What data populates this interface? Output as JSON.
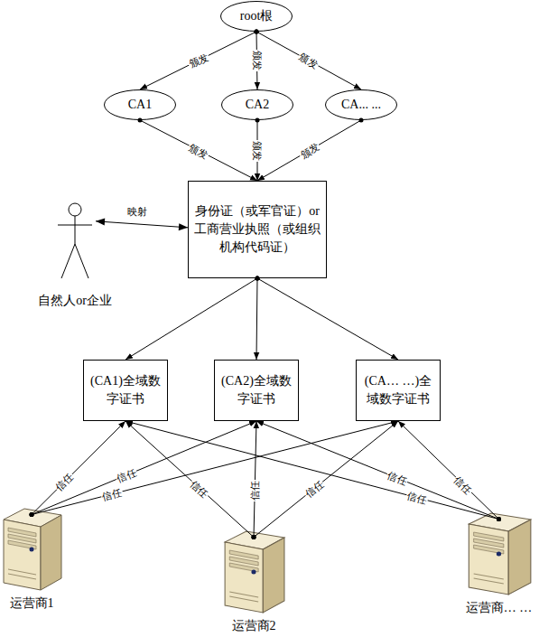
{
  "diagram": {
    "nodes": [
      {
        "text": [
          "root根"
        ]
      },
      {
        "text": [
          "CA1"
        ]
      },
      {
        "text": [
          "CA2"
        ]
      },
      {
        "text": [
          "CA... ..."
        ]
      },
      {
        "text": [
          "身份证（或军官证）or工商营业执照（或组织机构代码证）"
        ]
      },
      {
        "text": [
          "自然人or企业"
        ]
      },
      {
        "text": [
          "(CA1)全域数字证书"
        ]
      },
      {
        "text": [
          "(CA2)全域数字证书"
        ]
      },
      {
        "text": [
          "(CA… …)全域数字证书"
        ]
      },
      {
        "text": [
          "运营商1"
        ]
      },
      {
        "text": [
          "运营商2"
        ]
      },
      {
        "text": [
          "运营商… …"
        ]
      }
    ],
    "edges": [
      {
        "from": 0,
        "to": 1,
        "label": "颁发",
        "arrow": "to"
      },
      {
        "from": 0,
        "to": 2,
        "label": "颁发",
        "arrow": "to"
      },
      {
        "from": 0,
        "to": 3,
        "label": "颁发",
        "arrow": "to"
      },
      {
        "from": 1,
        "to": 4,
        "label": "颁发",
        "arrow": "to"
      },
      {
        "from": 2,
        "to": 4,
        "label": "颁发",
        "arrow": "to"
      },
      {
        "from": 3,
        "to": 4,
        "label": "颁发",
        "arrow": "to"
      },
      {
        "from": 5,
        "to": 4,
        "label": "映射",
        "arrow": "both"
      },
      {
        "from": 4,
        "to": 6,
        "arrow": "to"
      },
      {
        "from": 4,
        "to": 7,
        "arrow": "to"
      },
      {
        "from": 4,
        "to": 8,
        "arrow": "to"
      },
      {
        "from": 9,
        "to": 6,
        "label": "信任",
        "arrow": "to"
      },
      {
        "from": 9,
        "to": 7,
        "label": "信任",
        "arrow": "to"
      },
      {
        "from": 9,
        "to": 8,
        "label": "信任",
        "arrow": "to"
      },
      {
        "from": 10,
        "to": 6,
        "label": "信任",
        "arrow": "to"
      },
      {
        "from": 10,
        "to": 7,
        "label": "信任",
        "arrow": "to"
      },
      {
        "from": 10,
        "to": 8,
        "label": "信任",
        "arrow": "to"
      },
      {
        "from": 11,
        "to": 6,
        "label": "信任",
        "arrow": "to"
      },
      {
        "from": 11,
        "to": 7,
        "label": "信任",
        "arrow": "to"
      },
      {
        "from": 11,
        "to": 8,
        "label": "信任",
        "arrow": "to"
      }
    ]
  }
}
